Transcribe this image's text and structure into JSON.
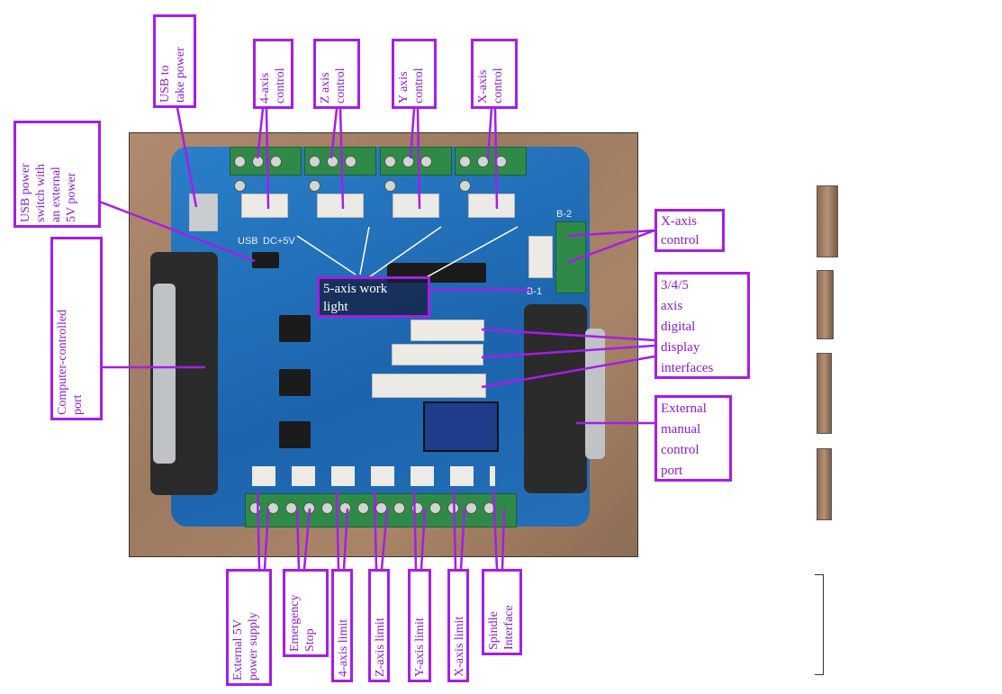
{
  "labels": {
    "usb_power": "USB to\ntake power",
    "usb_switch": "USB power\nswitch with\nan external\n5V power",
    "axis4_control": "4-axis\ncontrol",
    "z_control": "Z axis\ncontrol",
    "y_control": "Y axis\ncontrol",
    "x_control_top": "X-axis\ncontrol",
    "computer_port": "Computer-controlled\nport",
    "x_control_right": "X-axis\ncontrol",
    "work_light": "5-axis work\nlight",
    "digital_display": "3/4/5\naxis\ndigital\ndisplay\ninterfaces",
    "manual_port": "External\nmanual\ncontrol\nport",
    "ext_5v": "External 5V\npower supply",
    "estop": "Emergency\nStop",
    "axis4_limit": "4-axis limit",
    "z_limit": "Z-axis limit",
    "y_limit": "Y-axis limit",
    "x_limit": "X-axis limit",
    "spindle": "Spindle\nInterface"
  },
  "silkscreen": {
    "usb": "USB",
    "dc5v": "DC+5V",
    "b2": "B-2",
    "b1": "B-1"
  },
  "colors": {
    "annotation": "#a51ee6",
    "board": "#1c64ad",
    "terminal": "#2f8a48"
  }
}
